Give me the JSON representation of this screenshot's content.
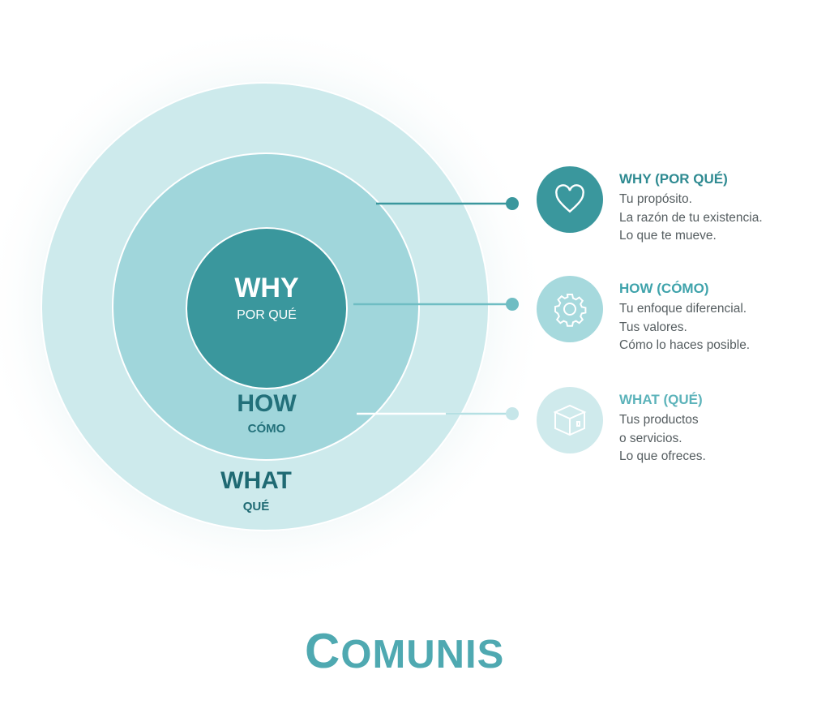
{
  "circles": {
    "why": {
      "title": "WHY",
      "subtitle": "POR QUÉ",
      "color": "#3a979d"
    },
    "how": {
      "title": "HOW",
      "subtitle": "CÓMO",
      "color": "#a0d6db"
    },
    "what": {
      "title": "WHAT",
      "subtitle": "QUÉ",
      "color": "#cdeaec"
    }
  },
  "items": [
    {
      "icon": "heart-icon",
      "title": "WHY (POR QUÉ)",
      "lines": [
        "Tu propósito.",
        "La razón de tu existencia.",
        "Lo que te mueve."
      ],
      "color": "#2e8a91",
      "icon_bg": "#3a979d"
    },
    {
      "icon": "gear-icon",
      "title": "HOW (CÓMO)",
      "lines": [
        "Tu enfoque diferencial.",
        "Tus valores.",
        "Cómo lo haces posible."
      ],
      "color": "#3fa3ab",
      "icon_bg": "#a6d9dd"
    },
    {
      "icon": "box-icon",
      "title": "WHAT (QUÉ)",
      "lines": [
        "Tus productos",
        "o servicios.",
        "Lo que ofreces."
      ],
      "color": "#5cb3ba",
      "icon_bg": "#cfeaec"
    }
  ],
  "logo": {
    "text": "COMUNIS"
  }
}
